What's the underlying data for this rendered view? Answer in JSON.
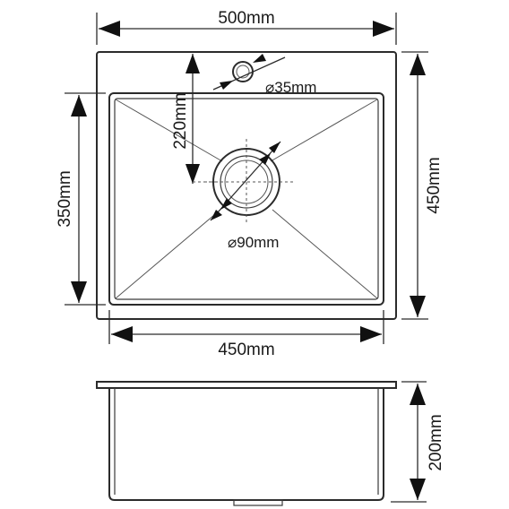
{
  "top_view": {
    "overall_width_label": "500mm",
    "overall_depth_label": "450mm",
    "bowl_width_label": "450mm",
    "bowl_depth_label": "350mm",
    "drain_offset_label": "220mm",
    "tap_hole_label": "⌀35mm",
    "drain_diameter_label": "⌀90mm"
  },
  "side_view": {
    "height_label": "200mm"
  }
}
